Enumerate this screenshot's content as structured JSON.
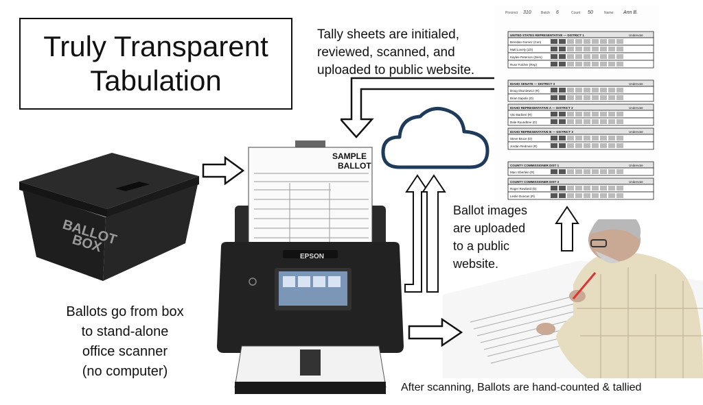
{
  "title": {
    "line1": "Truly Transparent",
    "line2": "Tabulation"
  },
  "captions": {
    "tally_sheets": [
      "Tally sheets are initialed,",
      "reviewed, scanned, and",
      "uploaded to public website."
    ],
    "ballots_flow": [
      "Ballots go from box",
      "to stand-alone",
      "office scanner",
      "(no computer)"
    ],
    "ballot_images": [
      "Ballot images",
      "are uploaded",
      "to a public",
      "website."
    ],
    "hand_counted": "After scanning, Ballots are hand-counted & tallied"
  },
  "ballot_box": {
    "label_line1": "BALLOT",
    "label_line2": "BOX"
  },
  "sample_ballot": {
    "label_line1": "SAMPLE",
    "label_line2": "BALLOT"
  },
  "scanner": {
    "brand": "EPSON"
  },
  "tally_sheet": {
    "header_fields": [
      "Precinct",
      "310",
      "Batch",
      "6",
      "Count",
      "50",
      "Name",
      "Ann B."
    ],
    "sections": [
      {
        "title": "UNITED STATES REPRESENTATIVE — DISTRICT 1",
        "candidates": [
          "Brendan Gomez (Con)",
          "Matt Lovely (Lib)",
          "Kaylee Peterson (Dem)",
          "Russ Fulcher (Rep)"
        ]
      },
      {
        "title": "IDAHO SENATE — DISTRICT 3",
        "candidates": [
          "Doug Okuniewicz (R)",
          "Brian Sapolis (D)"
        ]
      },
      {
        "title": "IDAHO REPRESENTATIVE A — DISTRICT 3",
        "candidates": [
          "Vito Barbieri (R)",
          "Dale Roundtree (D)"
        ]
      },
      {
        "title": "IDAHO REPRESENTATIVE B — DISTRICT 3",
        "candidates": [
          "Steve Bruce (D)",
          "Jordan Redman (R)"
        ]
      },
      {
        "title": "COUNTY COMMISSIONER DIST 1",
        "candidates": [
          "Marc Eberlein (R)"
        ]
      },
      {
        "title": "COUNTY COMMISSIONER DIST 3",
        "candidates": [
          "Roger Rowland (D)",
          "Leslie Duncan (R)"
        ]
      }
    ],
    "undervote_label": "Undervote"
  },
  "colors": {
    "cloud": "#1f3b5c",
    "box": "#1e1e1e",
    "arrow": "#111111",
    "scanner": "#222222"
  }
}
